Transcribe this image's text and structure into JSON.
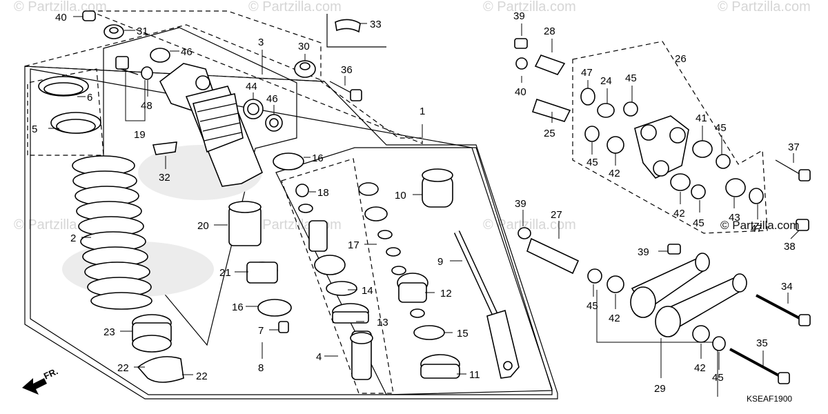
{
  "watermarks": [
    "© Partzilla.com",
    "© Partzilla.com",
    "© Partzilla.com",
    "© Partzilla.com",
    "© Partzilla.com",
    "© Partzilla.com",
    "© Partzilla.com"
  ],
  "site_watermark": "© Partzilla.com",
  "diagram_code": "KSEAF1900",
  "direction_label": "FR.",
  "callouts": [
    "40",
    "31",
    "6",
    "5",
    "2",
    "23",
    "22",
    "22",
    "46",
    "48",
    "19",
    "32",
    "3",
    "30",
    "44",
    "46",
    "16",
    "20",
    "21",
    "16",
    "7",
    "8",
    "33",
    "36",
    "1",
    "18",
    "10",
    "17",
    "9",
    "14",
    "13",
    "12",
    "15",
    "4",
    "11",
    "39",
    "28",
    "40",
    "25",
    "47",
    "24",
    "45",
    "26",
    "45",
    "42",
    "41",
    "45",
    "37",
    "42",
    "45",
    "43",
    "47",
    "38",
    "39",
    "27",
    "39",
    "45",
    "42",
    "34",
    "29",
    "42",
    "45",
    "35"
  ]
}
